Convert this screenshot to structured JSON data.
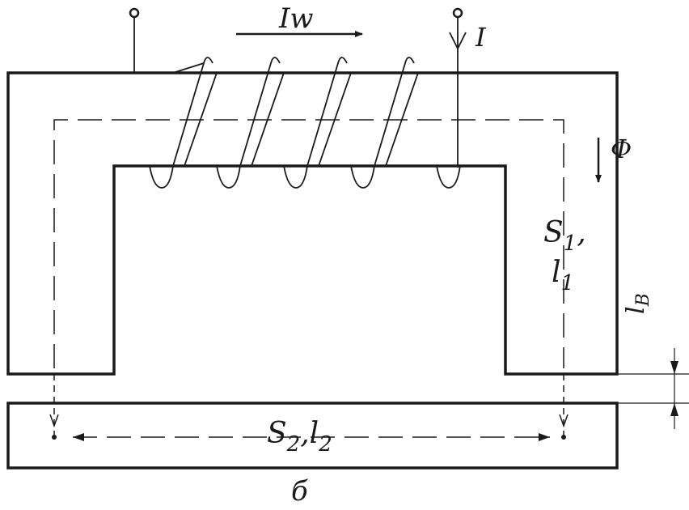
{
  "diagram": {
    "coil_mmf": {
      "text": "Iw"
    },
    "current": {
      "text": "I"
    },
    "flux": {
      "text": "Φ"
    },
    "upper_core": {
      "area": "S",
      "area_sub": "1",
      "sep": ",",
      "length": "l",
      "length_sub": "1"
    },
    "lower_bar": {
      "area": "S",
      "area_sub": "2",
      "sep": ",",
      "length": "l",
      "length_sub": "2"
    },
    "air_gap": {
      "text": "l",
      "sub": "В"
    },
    "caption": {
      "text": "б"
    }
  },
  "colors": {
    "stroke": "#1a1a1a",
    "background": "#ffffff"
  }
}
